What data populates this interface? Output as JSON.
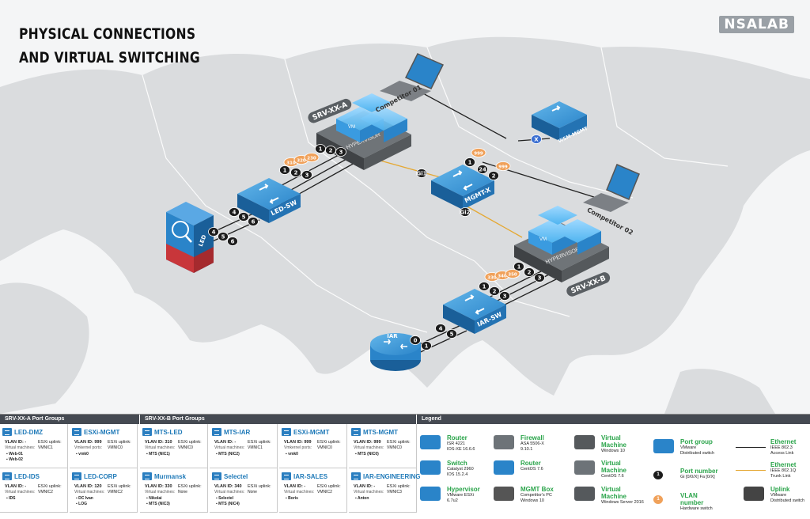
{
  "title": {
    "line1": "PHYSICAL CONNECTIONS",
    "line2": "AND VIRTUAL SWITCHING"
  },
  "brand": "NSALAB",
  "nodes": {
    "srv_a": {
      "label": "SRV-XX-A",
      "vm": "VM",
      "hypervisor": "HYPERVISOR"
    },
    "srv_b": {
      "label": "SRV-XX-B",
      "vm": "VM",
      "hypervisor": "HYPERVISOR"
    },
    "led_sw": "LED-SW",
    "iar_sw": "IAR-SW",
    "mgmt_x": "MGMT-X",
    "wsm": "WSM-MGMT",
    "led": "LED",
    "iar": "IAR",
    "comp1": "Competitor 01",
    "comp2": "Competitor 02"
  },
  "ports": {
    "a_upper": [
      "1",
      "2",
      "3"
    ],
    "a_lower": [
      "1",
      "2",
      "3"
    ],
    "a_vlan": [
      "310",
      "320",
      "230"
    ],
    "led_sw": [
      "4",
      "5",
      "6"
    ],
    "led_dev": [
      "4",
      "5",
      "6"
    ],
    "b_upper": [
      "1",
      "2",
      "3"
    ],
    "b_lower": [
      "1",
      "2",
      "3"
    ],
    "b_vlan": [
      "330",
      "340",
      "350"
    ],
    "iar_sw": [
      "4",
      "5"
    ],
    "iar_dev": [
      "0",
      "1"
    ],
    "mgmt": [
      "1",
      "24",
      "2"
    ],
    "mgmt_vlan": [
      "999",
      "999"
    ],
    "gi1": "Gi1",
    "gi2": "Gi2",
    "x": "X"
  },
  "panel": {
    "hdr_a": "SRV-XX-A Port Groups",
    "hdr_b": "SRV-XX-B Port Groups",
    "hdr_legend": "Legend",
    "groups": [
      {
        "name": "LED-DMZ",
        "vlan": "VLAN ID: -",
        "uplink_lbl": "ESXi uplink:",
        "uplink": "VMNIC1",
        "sub": "Virtual machines:",
        "vms": [
          "Web-01",
          "Web-02"
        ]
      },
      {
        "name": "ESXi-MGMT",
        "vlan": "VLAN ID: 999",
        "uplink_lbl": "ESXi uplink:",
        "uplink": "VMNIC0",
        "sub": "Vmkernel ports:",
        "vms": [
          "vmk0"
        ]
      },
      {
        "name": "MTS-LED",
        "vlan": "VLAN ID: 310",
        "uplink_lbl": "ESXi uplink:",
        "uplink": "VMNIC0",
        "sub": "Virtual machines:",
        "vms": [
          "MTS (NIC1)"
        ]
      },
      {
        "name": "MTS-IAR",
        "vlan": "VLAN ID: -",
        "uplink_lbl": "ESXi uplink:",
        "uplink": "VMNIC1",
        "sub": "Virtual machines:",
        "vms": [
          "MTS (NIC2)"
        ]
      },
      {
        "name": "ESXi-MGMT",
        "vlan": "VLAN ID: 999",
        "uplink_lbl": "ESXi uplink:",
        "uplink": "VMNIC0",
        "sub": "Vmkernel ports:",
        "vms": [
          "vmk0"
        ]
      },
      {
        "name": "MTS-MGMT",
        "vlan": "VLAN ID: 999",
        "uplink_lbl": "ESXi uplink:",
        "uplink": "VMNIC0",
        "sub": "Virtual machines:",
        "vms": [
          "MTS (NIC0)"
        ]
      },
      {
        "name": "LED-IDS",
        "vlan": "VLAN ID: -",
        "uplink_lbl": "ESXi uplink:",
        "uplink": "VMNIC2",
        "sub": "Virtual machines:",
        "vms": [
          "IDS"
        ]
      },
      {
        "name": "LED-CORP",
        "vlan": "VLAN ID: 120",
        "uplink_lbl": "ESXi uplink:",
        "uplink": "VMNIC2",
        "sub": "Virtual machines:",
        "vms": [
          "DC  Ivan",
          "LOG"
        ]
      },
      {
        "name": "Murmansk",
        "vlan": "VLAN ID: 330",
        "uplink_lbl": "ESXi uplink:",
        "uplink": "None",
        "sub": "Virtual machines:",
        "vms": [
          "Nikolai",
          "MTS (NIC3)"
        ]
      },
      {
        "name": "Selectel",
        "vlan": "VLAN ID: 340",
        "uplink_lbl": "ESXi uplink:",
        "uplink": "None",
        "sub": "Virtual machines:",
        "vms": [
          "Selectel",
          "MTS (NIC4)"
        ]
      },
      {
        "name": "IAR-SALES",
        "vlan": "VLAN ID: -",
        "uplink_lbl": "ESXi uplink:",
        "uplink": "VMNIC2",
        "sub": "Virtual machines:",
        "vms": [
          "Boris"
        ]
      },
      {
        "name": "IAR-ENGINEERING",
        "vlan": "VLAN ID: -",
        "uplink_lbl": "ESXi uplink:",
        "uplink": "VMNIC3",
        "sub": "Virtual machines:",
        "vms": [
          "Anton"
        ]
      }
    ],
    "legend": [
      {
        "t": "Router",
        "s1": "ISR 4221",
        "s2": "IOS-XE 16.6.6"
      },
      {
        "t": "Switch",
        "s1": "Catalyst 2960",
        "s2": "IOS 15.2.4"
      },
      {
        "t": "Hypervisor",
        "s1": "VMware ESXi",
        "s2": "6.7u2"
      },
      {
        "t": "Firewall",
        "s1": "ASA 5506-X",
        "s2": "9.10.1"
      },
      {
        "t": "Router",
        "s1": "CentOS 7.6",
        "s2": ""
      },
      {
        "t": "MGMT Box",
        "s1": "Competitor's PC",
        "s2": "Windows 10"
      },
      {
        "t": "Virtual Machine",
        "s1": "Windows 10",
        "s2": ""
      },
      {
        "t": "Virtual Machine",
        "s1": "CentOS 7.6",
        "s2": ""
      },
      {
        "t": "Virtual Machine",
        "s1": "Windows Server 2016",
        "s2": ""
      },
      {
        "t": "Port group",
        "s1": "VMware",
        "s2": "Distributed switch"
      },
      {
        "t": "Port number",
        "s1": "Gi [0/0/X] Fa [0/X]",
        "s2": ""
      },
      {
        "t": "VLAN number",
        "s1": "Hardware switch",
        "s2": ""
      },
      {
        "t": "Ethernet",
        "s1": "IEEE 802.3",
        "s2": "Access Link"
      },
      {
        "t": "Ethernet",
        "s1": "IEEE 802.1Q",
        "s2": "Trunk Link"
      },
      {
        "t": "Uplink",
        "s1": "VMware",
        "s2": "Distributed switch"
      }
    ],
    "badge_num": "1",
    "badge_vlan": "1"
  },
  "colors": {
    "switch": "#2b8fd6",
    "switch_dark": "#1a5f99",
    "vlan": "#f0a15a",
    "link_trunk": "#e5a832",
    "link_access": "#222222",
    "legend_green": "#2aa44a",
    "blue_text": "#1e79b8"
  }
}
